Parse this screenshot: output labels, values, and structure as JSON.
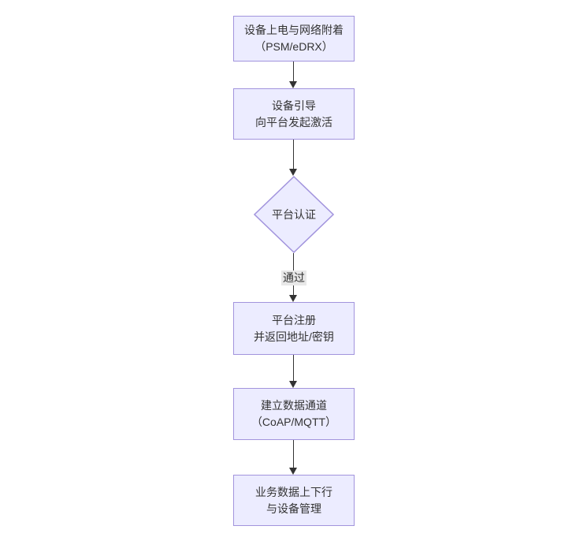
{
  "diagram": {
    "type": "flowchart",
    "direction": "top-down",
    "colors": {
      "background": "#ffffff",
      "node_fill": "#ECECFF",
      "node_border": "#a294dd",
      "text": "#333333",
      "arrow": "#333333",
      "edge_label_bg": "#e8e8e8"
    },
    "nodes": [
      {
        "id": "power-attach",
        "shape": "rect",
        "lines": [
          "设备上电与网络附着",
          "（PSM/eDRX）"
        ]
      },
      {
        "id": "bootstrap",
        "shape": "rect",
        "lines": [
          "设备引导",
          "向平台发起激活"
        ]
      },
      {
        "id": "platform-auth",
        "shape": "diamond",
        "lines": [
          "平台认证"
        ]
      },
      {
        "id": "register",
        "shape": "rect",
        "lines": [
          "平台注册",
          "并返回地址/密钥"
        ]
      },
      {
        "id": "data-channel",
        "shape": "rect",
        "lines": [
          "建立数据通道",
          "（CoAP/MQTT）"
        ]
      },
      {
        "id": "business",
        "shape": "rect",
        "lines": [
          "业务数据上下行",
          "与设备管理"
        ]
      }
    ],
    "edges": [
      {
        "from": "power-attach",
        "to": "bootstrap",
        "label": ""
      },
      {
        "from": "bootstrap",
        "to": "platform-auth",
        "label": ""
      },
      {
        "from": "platform-auth",
        "to": "register",
        "label": "通过"
      },
      {
        "from": "register",
        "to": "data-channel",
        "label": ""
      },
      {
        "from": "data-channel",
        "to": "business",
        "label": ""
      }
    ]
  }
}
